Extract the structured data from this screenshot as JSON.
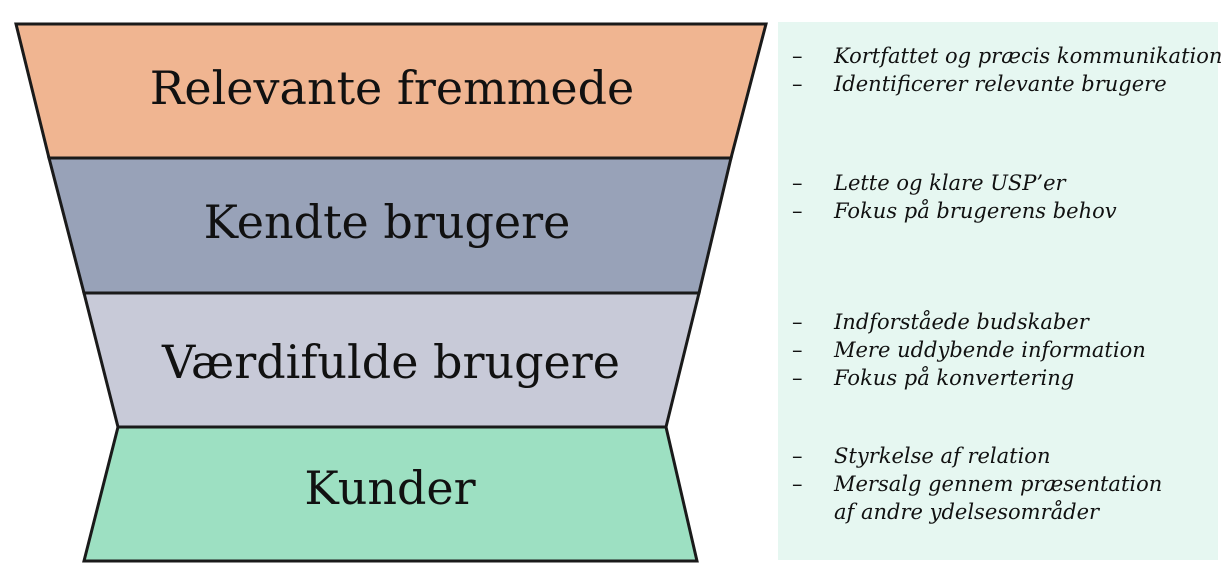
{
  "funnel": {
    "stages": [
      {
        "label": "Relevante fremmede",
        "color": "#f0b591"
      },
      {
        "label": "Kendte brugere",
        "color": "#98a2b8"
      },
      {
        "label": "Værdifulde brugere",
        "color": "#c8cad8"
      },
      {
        "label": "Kunder",
        "color": "#9de0c2"
      }
    ],
    "outline_color": "#1a1a1a"
  },
  "notes": {
    "background": "#e6f7f1",
    "groups": [
      {
        "items": [
          "Kortfattet og præcis kommunikation",
          "Identificerer relevante brugere"
        ]
      },
      {
        "items": [
          "Lette og klare USP’er",
          "Fokus på brugerens behov"
        ]
      },
      {
        "items": [
          "Indforståede budskaber",
          "Mere uddybende information",
          "Fokus på konvertering"
        ]
      },
      {
        "items": [
          "Styrkelse af relation",
          "Mersalg gennem præsentation af andre ydelsesområder"
        ]
      }
    ]
  }
}
